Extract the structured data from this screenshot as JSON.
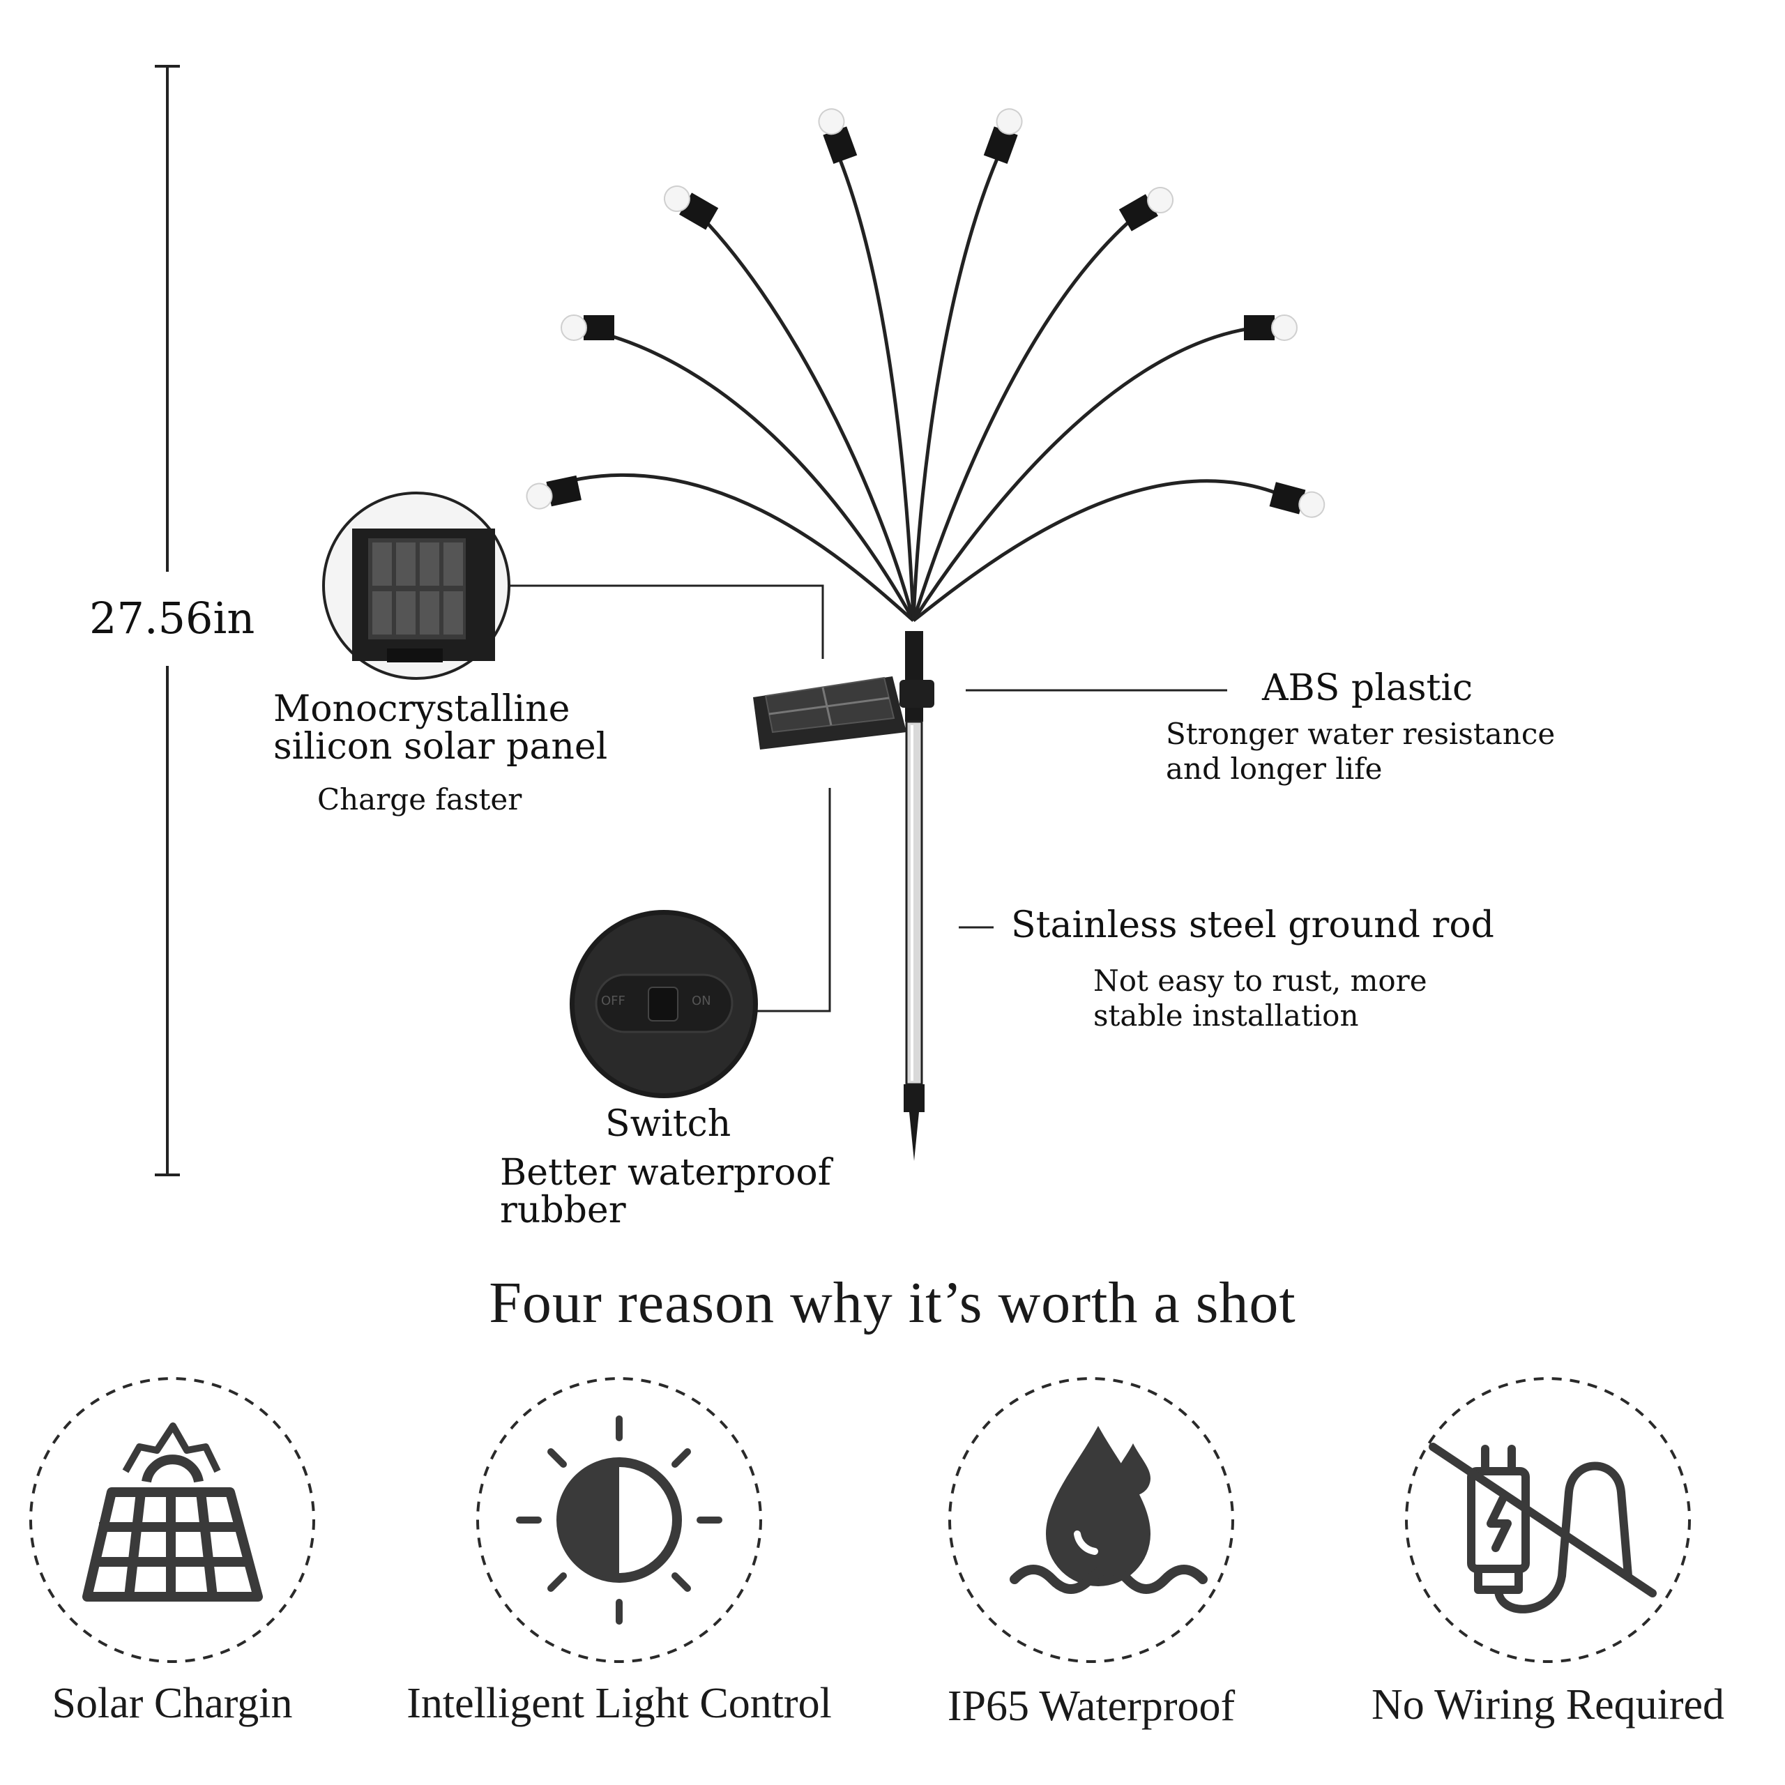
{
  "dimension": {
    "height_label": "27.56in"
  },
  "features": {
    "solar_panel": {
      "title_line1": "Monocrystalline",
      "title_line2": "silicon solar panel",
      "note": "Charge faster"
    },
    "abs": {
      "title": "ABS plastic",
      "note_line1": "Stronger water resistance",
      "note_line2": "and longer life"
    },
    "rod": {
      "title": "Stainless steel ground rod",
      "note_line1": "Not easy to rust, more",
      "note_line2": "stable installation"
    },
    "switch": {
      "title": "Switch",
      "note_line1": "Better waterproof",
      "note_line2": "rubber",
      "off_text": "OFF",
      "on_text": "ON"
    }
  },
  "section_title": "Four reason why it’s worth a shot",
  "benefits": [
    {
      "label": "Solar Chargin",
      "icon": "solar-panel-icon"
    },
    {
      "label": "Intelligent Light Control",
      "icon": "light-sensor-icon"
    },
    {
      "label": "IP65 Waterproof",
      "icon": "water-drop-icon"
    },
    {
      "label": "No Wiring Required",
      "icon": "no-plug-icon"
    }
  ],
  "colors": {
    "ink": "#111111",
    "panel": "#2b2b2b",
    "icon": "#3a3a3a",
    "bulb": "#f4f4f4"
  }
}
